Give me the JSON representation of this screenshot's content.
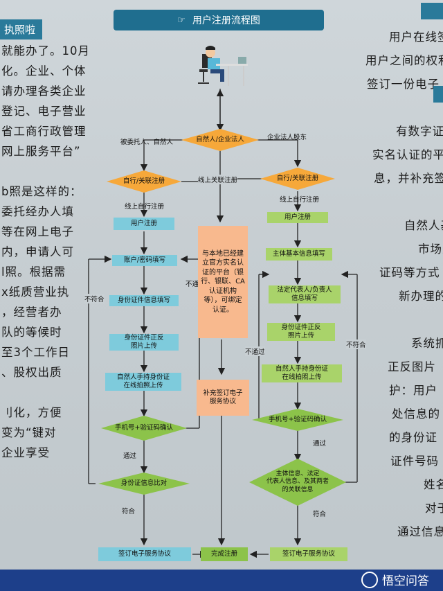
{
  "title": "用户注册流程图",
  "left_tab": "执照啦",
  "left_text": [
    "就能办了。10月",
    "化。企业、个体",
    "请办理各类企业",
    "登记、电子营业",
    "省工商行政管理",
    "网上服务平台”",
    "",
    "b照是这样的：",
    "委托经办人填",
    "等在网上电子",
    "内，申请人可",
    "l照。根据需",
    "x纸质营业执",
    "，经营者办",
    "队的等候时",
    "至3个工作日",
    "、股权出质",
    "",
    "刂化，方便",
    "变为“键对",
    "企业享受"
  ],
  "right_text": [
    "用户在线签",
    "用户之间的权利",
    "签订一份电子",
    "",
    "有数字证",
    "实名认证的平",
    "息，并补充签",
    "",
    "自然人基",
    "市场主",
    "证码等方式",
    "新办理的企",
    "",
    "系统抓",
    "正反图片",
    "护：用户",
    "处信息的",
    "的身份证",
    "证件号码",
    "姓名",
    "对于",
    "通过信息"
  ],
  "flow": {
    "start": "自然人/企业法人",
    "left_branch_label": "被委托人、自然人",
    "right_branch_label": "企业法人股东",
    "online_assoc_label": "线上关联注册",
    "left_diamond": "自行/关联注册",
    "right_diamond": "自行/关联注册",
    "left_self_label": "线上自行注册",
    "right_self_label": "线上自行注册",
    "left_steps": [
      "用户注册",
      "账户/密码填写",
      "身份证件信息填写",
      "身份证件正反\n照片上传",
      "自然人手持身份证\n在线拍照上传"
    ],
    "left_sms": "手机号+验证码确认",
    "left_pass": "通过",
    "left_compare": "身份证信息比对",
    "left_match": "符合",
    "left_not_match": "不符合",
    "left_not_pass": "不通过",
    "left_sign": "签订电子服务协议",
    "middle_box": "与本地已经建立官方实名认证的平台（银行、银联、CA认证机构等），可绑定认证。",
    "middle_supplement": "补充签订电子\n服务协议",
    "finish": "完成注册",
    "right_steps": [
      "用户注册",
      "主体基本信息填写",
      "法定代表人/负责人\n信息填写",
      "身份证件正反\n照片上传",
      "自然人手持身份证\n在线拍照上传"
    ],
    "right_sms": "手机号+验证码确认",
    "right_pass": "通过",
    "right_compare": "主体信息、法定\n代表人信息、及其两者\n的关联信息",
    "right_match": "符合",
    "right_not_match": "不符合",
    "right_not_pass": "不通过",
    "right_sign": "签订电子服务协议"
  },
  "watermark": "悟空问答",
  "colors": {
    "title_bar": "#1f6e8f",
    "diamond_orange": "#f6a83a",
    "diamond_green": "#8cc34a",
    "box_cyan": "#7ecbdc",
    "box_green": "#a9d36a",
    "box_orange": "#f8b98e",
    "bottom_bar": "#1d3f8a"
  },
  "icons": [
    "person-at-desk-icon",
    "hand-pointer-icon",
    "wukong-logo-icon"
  ]
}
